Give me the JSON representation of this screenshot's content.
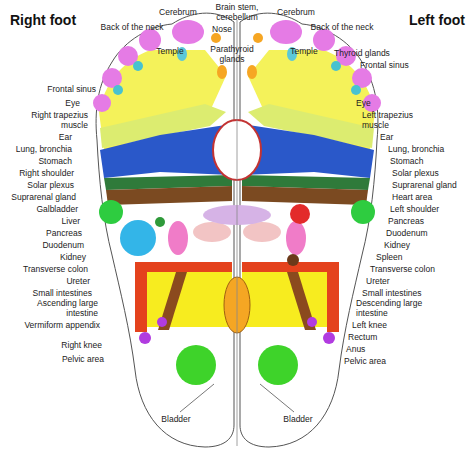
{
  "diagram": {
    "labels": [
      "Right foot",
      "Left foot",
      "Cerebrum",
      "Brain stem, cerebellum",
      "Cerebrum",
      "Back of the neck",
      "Nose",
      "Back of the neck",
      "Temple",
      "Parathyroid glands",
      "Temple",
      "Thyroid glands",
      "Frontal sinus",
      "Frontal sinus",
      "Eye",
      "Right trapezius muscle",
      "Ear",
      "Lung, bronchia",
      "Stomach",
      "Right shoulder",
      "Solar plexus",
      "Suprarenal gland",
      "Galbladder",
      "Liver",
      "Pancreas",
      "Duodenum",
      "Kidney",
      "Transverse colon",
      "Ureter",
      "Small intestines",
      "Ascending large intestine",
      "Vermiform appendix",
      "Right knee",
      "Pelvic area",
      "Eye",
      "Left trapezius muscle",
      "Ear",
      "Lung, bronchia",
      "Stomach",
      "Solar plexus",
      "Suprarenal gland",
      "Heart area",
      "Left shoulder",
      "Pancreas",
      "Duodenum",
      "Kidney",
      "Spleen",
      "Transverse colon",
      "Ureter",
      "Small intestines",
      "Descending large intestine",
      "Left knee",
      "Rectum",
      "Anus",
      "Pelvic area",
      "Bladder",
      "Bladder"
    ]
  }
}
